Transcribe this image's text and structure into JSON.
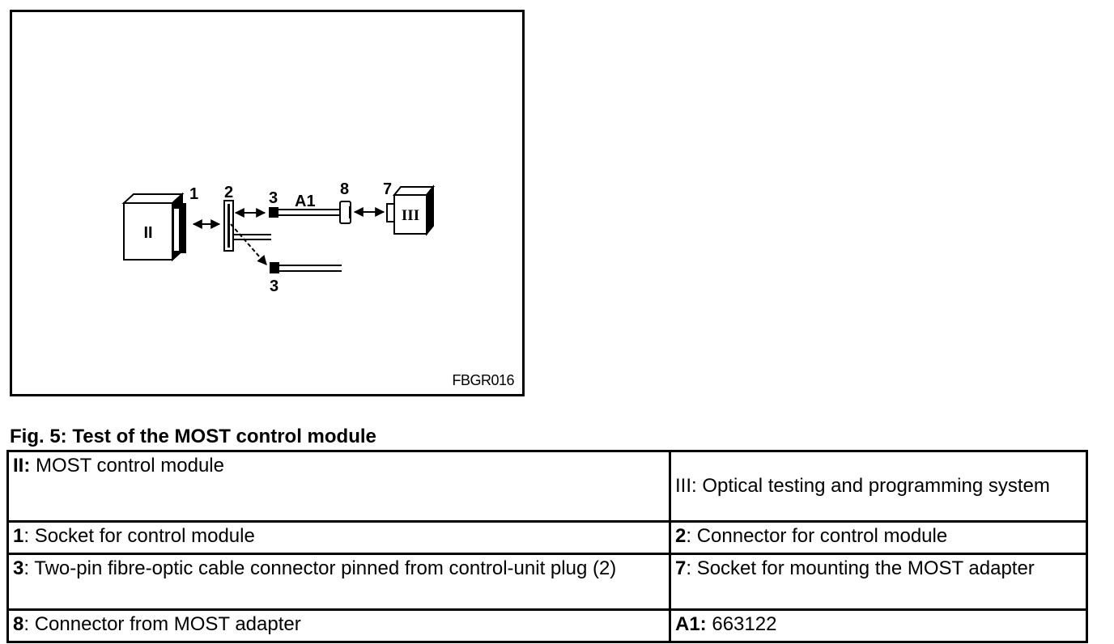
{
  "figure": {
    "code": "FBGR016",
    "labels": {
      "module_ii": "II",
      "module_iii": "III",
      "n1": "1",
      "n2": "2",
      "n3_top": "3",
      "a1": "A1",
      "n8": "8",
      "n7": "7",
      "n3_bottom": "3"
    }
  },
  "caption": "Fig. 5: Test of the MOST control module",
  "legend": {
    "rows": [
      [
        {
          "key": "II:",
          "text": " MOST control module"
        },
        {
          "key": "",
          "text": "III: Optical testing and programming system"
        }
      ],
      [
        {
          "key": "1",
          "text": ": Socket for control module"
        },
        {
          "key": "2",
          "text": ": Connector for control module"
        }
      ],
      [
        {
          "key": "3",
          "text": ": Two-pin fibre-optic cable connector pinned from control-unit plug (2)"
        },
        {
          "key": "7",
          "text": ": Socket for mounting the MOST adapter"
        }
      ],
      [
        {
          "key": "8",
          "text": ": Connector from MOST adapter"
        },
        {
          "key": "A1:",
          "text": " 663122"
        }
      ]
    ]
  }
}
